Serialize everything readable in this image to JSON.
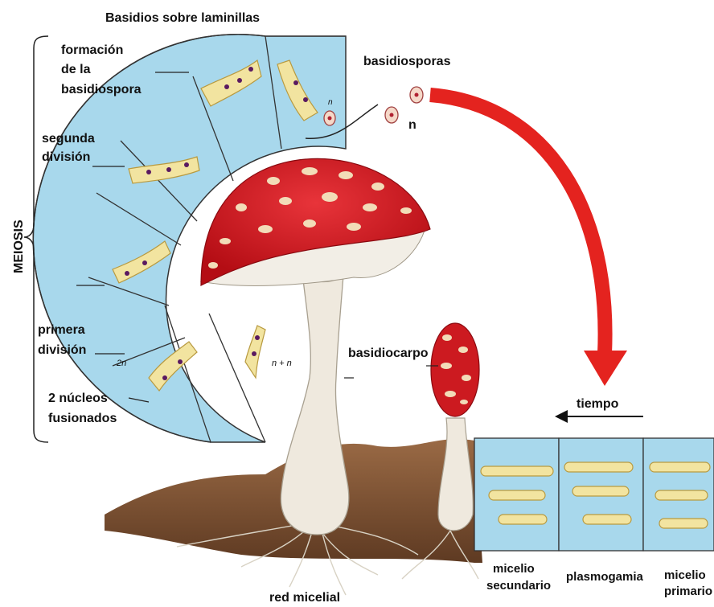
{
  "title": "Basidios sobre laminillas",
  "meiosis_label": "MEIOSIS",
  "labels": {
    "formacion_1": "formación",
    "formacion_2": "de la",
    "formacion_3": "basidiospora",
    "segunda_1": "segunda",
    "segunda_2": "división",
    "primera_1": "primera",
    "primera_2": "división",
    "nucleos_1": "2 núcleos",
    "nucleos_2": "fusionados",
    "basidiosporas": "basidiosporas",
    "haploid_n": "n",
    "basidiocarpo": "basidiocarpo",
    "tiempo": "tiempo",
    "red_micelial": "red micelial",
    "micelio_sec_1": "micelio",
    "micelio_sec_2": "secundario",
    "plasmogamia": "plasmogamia",
    "micelio_pri_1": "micelio",
    "micelio_pri_2": "primario",
    "cell_2n": "2n",
    "cell_nn": "n + n",
    "cell_n": "n"
  },
  "colors": {
    "cell_blue": "#a8d8ec",
    "cap_red": "#d8161e",
    "arrow_red": "#e4231f",
    "stem": "#efe9de",
    "soil": "#8a5a38",
    "hypha": "#f2e4a0",
    "nucleus": "#5a1a60"
  }
}
